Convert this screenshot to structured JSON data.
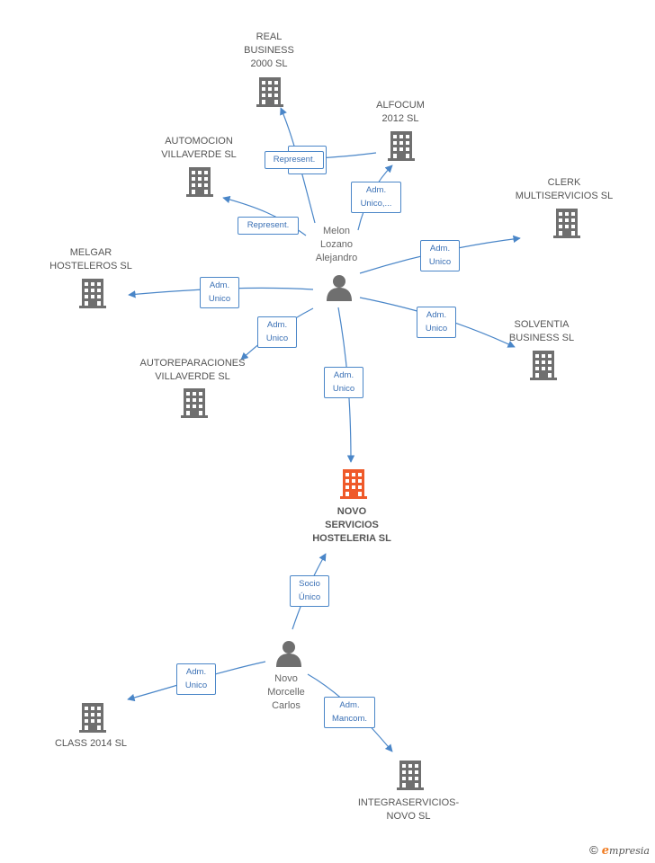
{
  "colors": {
    "edge": "#4a86c8",
    "building": "#6f6f6f",
    "building_focus": "#ef5a2a",
    "person": "#6f6f6f"
  },
  "companies": {
    "real_business": "REAL\nBUSINESS\n2000  SL",
    "alfocum": "ALFOCUM\n2012 SL",
    "automocion": "AUTOMOCION\nVILLAVERDE SL",
    "clerk": "CLERK\nMULTISERVICIOS SL",
    "melgar": "MELGAR\nHOSTELEROS SL",
    "solventia": "SOLVENTIA\nBUSINESS SL",
    "autoreparaciones": "AUTOREPARACIONES\nVILLAVERDE  SL",
    "novo_servicios": "NOVO\nSERVICIOS\nHOSTELERIA SL",
    "class2014": "CLASS 2014  SL",
    "integraservicios": "INTEGRASERVICIOS-\nNOVO SL"
  },
  "persons": {
    "melon": "Melon\nLozano\nAlejandro",
    "novo": "Novo\nMorcelle\nCarlos"
  },
  "edges": {
    "represent_real": "Represent.",
    "unico_real": "Unico",
    "represent_auto": "Represent.",
    "adm_alfocum": "Adm.\nUnico,...",
    "adm_clerk": "Adm.\nUnico",
    "adm_melgar": "Adm.\nUnico",
    "adm_solventia": "Adm.\nUnico",
    "adm_autorep": "Adm.\nUnico",
    "adm_novo": "Adm.\nUnico",
    "socio_unico": "Socio\nÚnico",
    "adm_class": "Adm.\nUnico",
    "adm_mancom": "Adm.\nMancom."
  },
  "footer": {
    "copyright": "©",
    "brand_e": "e",
    "brand_rest": "mpresia"
  }
}
